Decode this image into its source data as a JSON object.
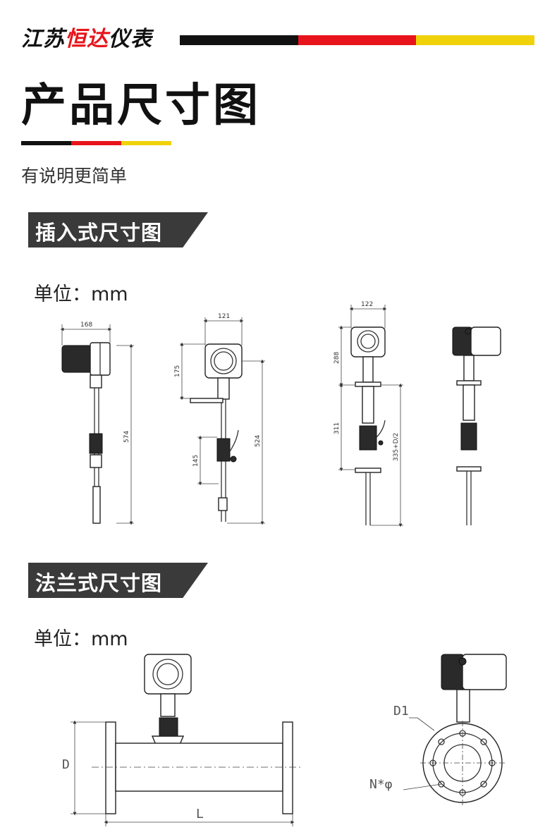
{
  "header": {
    "brand_prefix": "江苏",
    "brand_highlight": "恒达",
    "brand_suffix": "仪表",
    "bar_colors": [
      "#111111",
      "#e8141b",
      "#f0d20a"
    ]
  },
  "title": {
    "text": "产品尺寸图",
    "subtitle": "有说明更简单",
    "bar_colors": [
      "#111111",
      "#e8141b",
      "#f0d20a"
    ]
  },
  "sections": [
    {
      "banner": "插入式尺寸图",
      "unit": "单位：mm",
      "dims": {
        "d1_width": "168",
        "d1_length": "574",
        "d2_width": "121",
        "d2_head": "175",
        "d2_valve": "145",
        "d2_length": "524",
        "d3_width": "122",
        "d3_head": "288",
        "d3_body": "311",
        "d3_length": "335+D/2"
      }
    },
    {
      "banner": "法兰式尺寸图",
      "unit": "单位：mm",
      "labels": {
        "diameter": "D",
        "length": "L",
        "flange_d1": "D1",
        "holes": "N*φ"
      }
    }
  ],
  "colors": {
    "banner_bg": "#3a3a3a",
    "accent_red": "#e8141b",
    "accent_yellow": "#f0d20a"
  }
}
